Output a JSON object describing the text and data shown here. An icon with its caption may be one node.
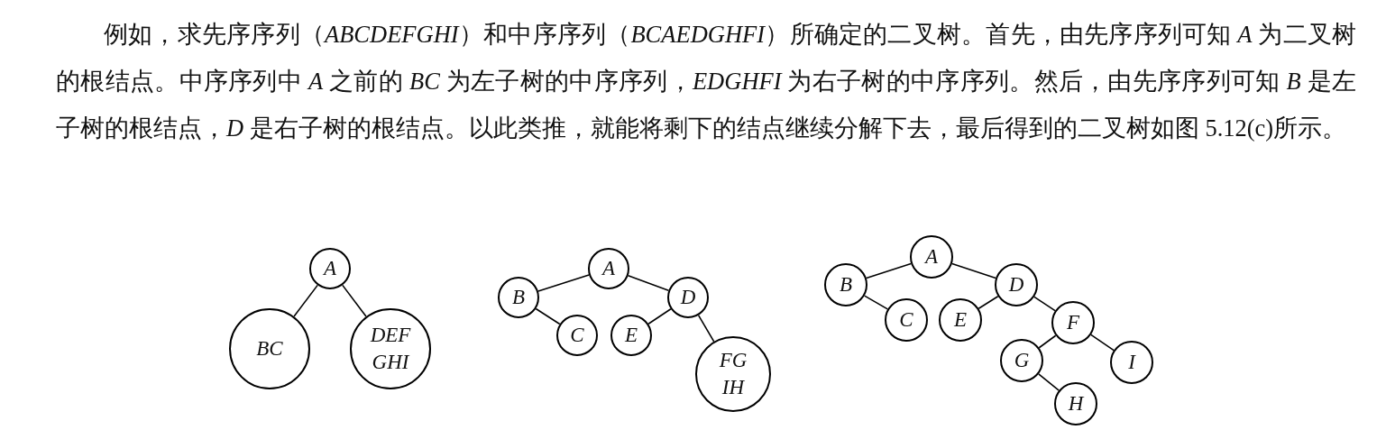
{
  "diagram": {
    "nodes": [
      {
        "text": [
          "A"
        ]
      },
      {
        "text": [
          "BC"
        ]
      },
      {
        "text": [
          "DEF GHI"
        ]
      },
      {
        "text": [
          "A"
        ]
      },
      {
        "text": [
          "B"
        ]
      },
      {
        "text": [
          "D"
        ]
      },
      {
        "text": [
          "C"
        ]
      },
      {
        "text": [
          "E"
        ]
      },
      {
        "text": [
          "FG IH"
        ]
      },
      {
        "text": [
          "A"
        ]
      },
      {
        "text": [
          "B"
        ]
      },
      {
        "text": [
          "D"
        ]
      },
      {
        "text": [
          "C"
        ]
      },
      {
        "text": [
          "E"
        ]
      },
      {
        "text": [
          "F"
        ]
      },
      {
        "text": [
          "G"
        ]
      },
      {
        "text": [
          "I"
        ]
      },
      {
        "text": [
          "H"
        ]
      }
    ],
    "edges": [
      {
        "from": 0,
        "to": 1,
        "arrow": "none"
      },
      {
        "from": 0,
        "to": 2,
        "arrow": "none"
      },
      {
        "from": 3,
        "to": 4,
        "arrow": "none"
      },
      {
        "from": 3,
        "to": 5,
        "arrow": "none"
      },
      {
        "from": 4,
        "to": 6,
        "arrow": "none"
      },
      {
        "from": 5,
        "to": 7,
        "arrow": "none"
      },
      {
        "from": 5,
        "to": 8,
        "arrow": "none"
      },
      {
        "from": 9,
        "to": 10,
        "arrow": "none"
      },
      {
        "from": 9,
        "to": 11,
        "arrow": "none"
      },
      {
        "from": 10,
        "to": 12,
        "arrow": "none"
      },
      {
        "from": 11,
        "to": 13,
        "arrow": "none"
      },
      {
        "from": 11,
        "to": 14,
        "arrow": "none"
      },
      {
        "from": 14,
        "to": 15,
        "arrow": "none"
      },
      {
        "from": 14,
        "to": 16,
        "arrow": "none"
      },
      {
        "from": 15,
        "to": 17,
        "arrow": "none"
      }
    ],
    "labels": [
      "例如，求先序序列（*ABCDEFGHI*）和中序序列（*BCAEDGHFI*）所确定的二叉树。首先，由先序序列可知 *A* 为二叉树的根结点。中序序列中 *A* 之前的 *BC* 为左子树的中序序列，*EDGHFI* 为右子树的中序序列。然后，由先序序列可知 *B* 是左子树的根结点，*D* 是右子树的根结点。以此类推，就能将剩下的结点继续分解下去，最后得到的二叉树如图 5.12(c)所示。"
    ]
  }
}
